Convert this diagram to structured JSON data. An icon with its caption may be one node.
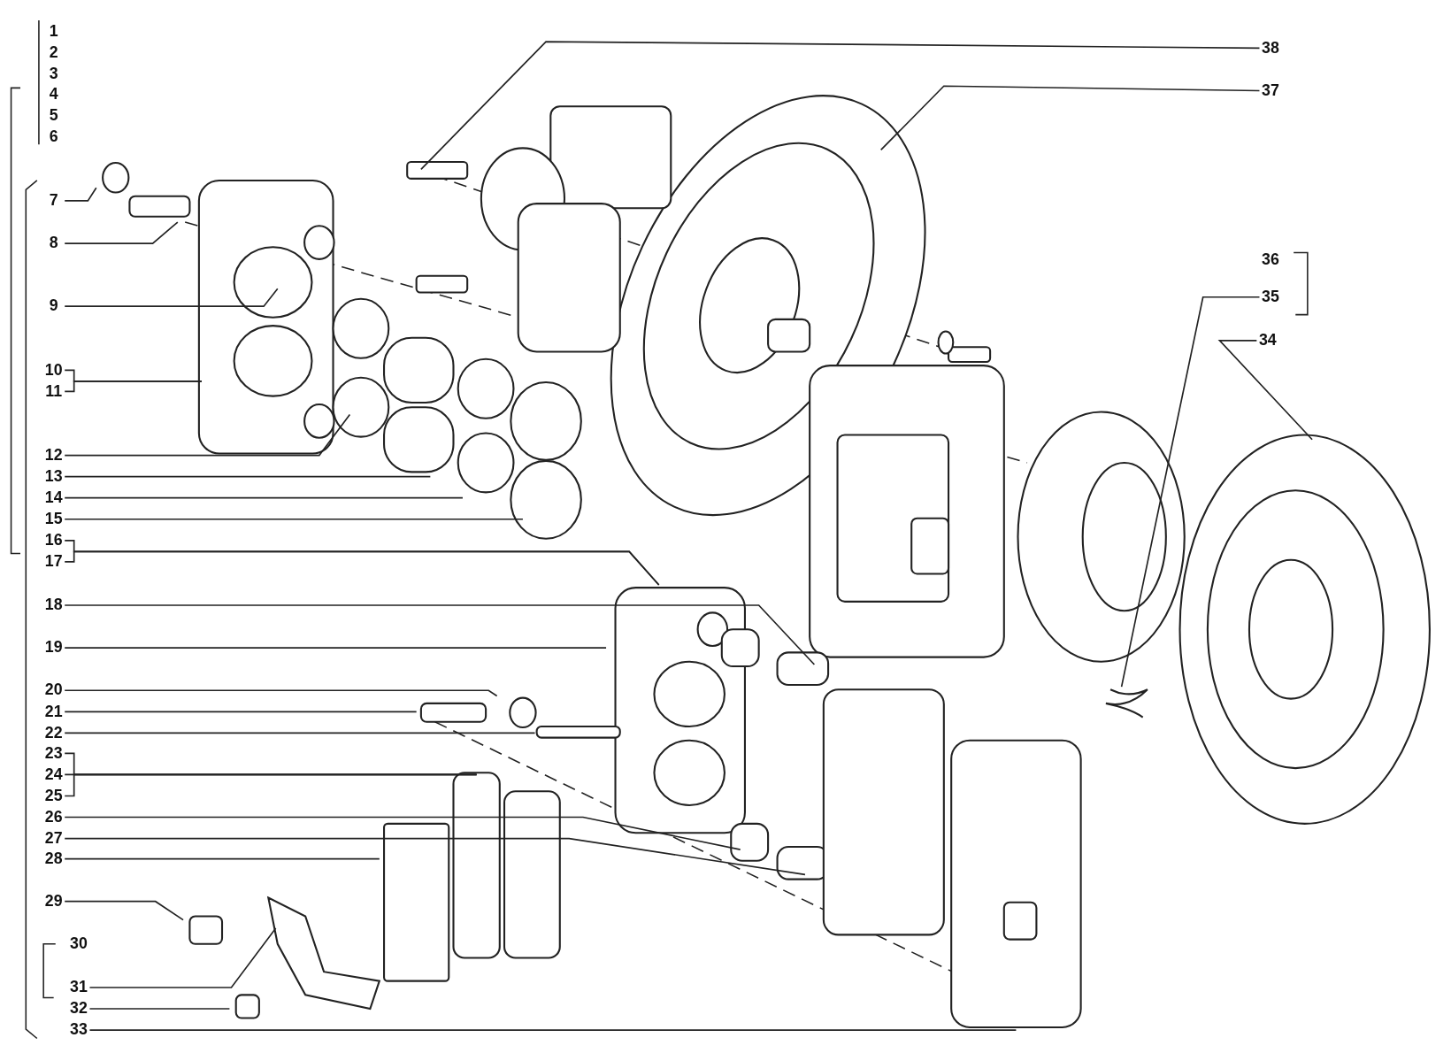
{
  "diagram": {
    "nodes": [
      {
        "text": [
          "7"
        ]
      },
      {
        "text": [
          "8"
        ]
      },
      {
        "text": [
          "9"
        ]
      },
      {
        "text": [
          "10"
        ]
      },
      {
        "text": [
          "11"
        ]
      },
      {
        "text": [
          "12"
        ]
      },
      {
        "text": [
          "13"
        ]
      },
      {
        "text": [
          "14"
        ]
      },
      {
        "text": [
          "15"
        ]
      },
      {
        "text": [
          "16"
        ]
      },
      {
        "text": [
          "17"
        ]
      },
      {
        "text": [
          "18"
        ]
      },
      {
        "text": [
          "19"
        ]
      },
      {
        "text": [
          "20"
        ]
      },
      {
        "text": [
          "21"
        ]
      },
      {
        "text": [
          "22"
        ]
      },
      {
        "text": [
          "23"
        ]
      },
      {
        "text": [
          "24"
        ]
      },
      {
        "text": [
          "25"
        ]
      },
      {
        "text": [
          "26"
        ]
      },
      {
        "text": [
          "27"
        ]
      },
      {
        "text": [
          "28"
        ]
      },
      {
        "text": [
          "29"
        ]
      },
      {
        "text": [
          "31"
        ]
      },
      {
        "text": [
          "32"
        ]
      },
      {
        "text": [
          "33"
        ]
      },
      {
        "text": [
          "38"
        ]
      },
      {
        "text": [
          "37"
        ]
      },
      {
        "text": [
          "35"
        ]
      },
      {
        "text": [
          "34"
        ]
      }
    ],
    "edges": [
      {
        "from": 0,
        "to": null,
        "arrow": "none"
      },
      {
        "from": 1,
        "to": null,
        "arrow": "none"
      },
      {
        "from": 2,
        "to": null,
        "arrow": "none"
      },
      {
        "from": 3,
        "to": null,
        "arrow": "none"
      },
      {
        "from": 4,
        "to": null,
        "arrow": "none"
      },
      {
        "from": 5,
        "to": null,
        "arrow": "none"
      },
      {
        "from": 6,
        "to": null,
        "arrow": "none"
      },
      {
        "from": 7,
        "to": null,
        "arrow": "none"
      },
      {
        "from": 8,
        "to": null,
        "arrow": "none"
      },
      {
        "from": 9,
        "to": null,
        "arrow": "none"
      },
      {
        "from": 10,
        "to": null,
        "arrow": "none"
      },
      {
        "from": 11,
        "to": null,
        "arrow": "none"
      },
      {
        "from": 12,
        "to": null,
        "arrow": "none"
      },
      {
        "from": 13,
        "to": null,
        "arrow": "none"
      },
      {
        "from": 14,
        "to": null,
        "arrow": "none"
      },
      {
        "from": 15,
        "to": null,
        "arrow": "none"
      },
      {
        "from": 16,
        "to": null,
        "arrow": "none"
      },
      {
        "from": 17,
        "to": null,
        "arrow": "none"
      },
      {
        "from": 18,
        "to": null,
        "arrow": "none"
      },
      {
        "from": 19,
        "to": null,
        "arrow": "none"
      },
      {
        "from": 20,
        "to": null,
        "arrow": "none"
      },
      {
        "from": 21,
        "to": null,
        "arrow": "none"
      },
      {
        "from": 22,
        "to": null,
        "arrow": "none"
      },
      {
        "from": 23,
        "to": null,
        "arrow": "none"
      },
      {
        "from": 24,
        "to": null,
        "arrow": "none"
      },
      {
        "from": 25,
        "to": null,
        "arrow": "none"
      },
      {
        "from": 26,
        "to": null,
        "arrow": "none"
      },
      {
        "from": 27,
        "to": null,
        "arrow": "none"
      },
      {
        "from": 28,
        "to": null,
        "arrow": "none"
      },
      {
        "from": 29,
        "to": null,
        "arrow": "none"
      }
    ],
    "labels": [
      "1",
      "2",
      "3",
      "4",
      "5",
      "6",
      "30",
      "36"
    ]
  }
}
